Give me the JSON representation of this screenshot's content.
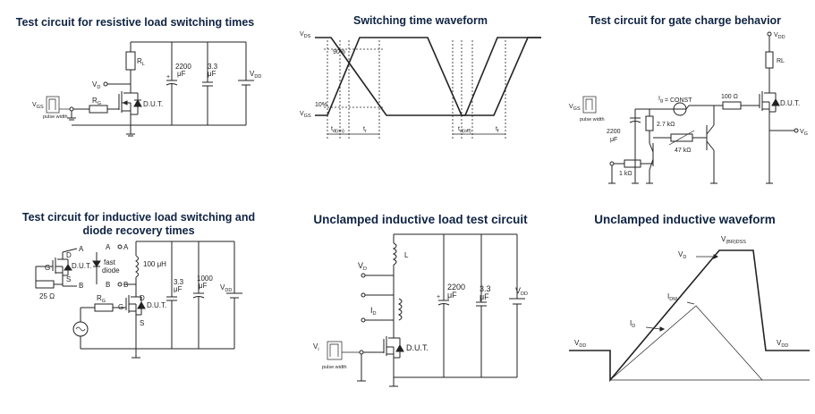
{
  "panels": {
    "resistive": {
      "title": "Test circuit for resistive load switching times",
      "labels": {
        "rl": "R",
        "rl_sub": "L",
        "c1a": "2200",
        "c1b": "μF",
        "c2a": "3.3",
        "c2b": "μF",
        "vdd": "V",
        "vdd_sub": "DD",
        "vd": "V",
        "vd_sub": "D",
        "vgs": "V",
        "vgs_sub": "GS",
        "pulse": "pulse width",
        "rg": "R",
        "rg_sub": "G",
        "dut": "D.U.T."
      }
    },
    "switching": {
      "title": "Switching time waveform",
      "labels": {
        "vds": "V",
        "vds_sub": "DS",
        "vgs": "V",
        "vgs_sub": "GS",
        "p90": "90%",
        "p10": "10%",
        "tdon": "t",
        "tdon_sub": "d(on)",
        "tr": "t",
        "tr_sub": "r",
        "tdoff": "t",
        "tdoff_sub": "d(off)",
        "tf": "t",
        "tf_sub": "f"
      }
    },
    "gate_charge": {
      "title": "Test circuit for gate charge behavior",
      "labels": {
        "vdd": "V",
        "vdd_sub": "DD",
        "rl": "RL",
        "ig": "I",
        "ig_sub": "g",
        "ig_rest": " = CONST",
        "r100": "100 Ω",
        "dut": "D.U.T.",
        "vgs": "V",
        "vgs_sub": "GS",
        "pulse": "pulse width",
        "c2200": "2200",
        "c_unit": "μF",
        "r27": "2.7 kΩ",
        "r47": "47 kΩ",
        "r1k": "1 kΩ",
        "vg": "V",
        "vg_sub": "G"
      }
    },
    "inductive": {
      "title_line1": "Test circuit for inductive load switching and",
      "title_line2": "diode recovery times",
      "labels": {
        "a": "A",
        "b": "B",
        "d": "D",
        "g": "G",
        "s": "S",
        "dut": "D.U.T.",
        "r25": "25 Ω",
        "fast1": "fast",
        "fast2": "diode",
        "a2": "A",
        "b2": "B",
        "l100": "100 μH",
        "c3a": "3.3",
        "c3b": "μF",
        "c1000a": "1000",
        "c1000b": "μF",
        "vdd": "V",
        "vdd_sub": "DD",
        "rg": "R",
        "rg_sub": "G",
        "d2": "D",
        "g2": "G",
        "s2": "S",
        "dut2": "D.U.T."
      }
    },
    "unclamped_circuit": {
      "title": "Unclamped inductive load test circuit",
      "labels": {
        "l": "L",
        "vd": "V",
        "vd_sub": "D",
        "id": "I",
        "id_sub": "D",
        "c2200a": "2200",
        "c2200b": "μF",
        "c33a": "3.3",
        "c33b": "μF",
        "vdd": "V",
        "vdd_sub": "DD",
        "vi": "V",
        "vi_sub": "i",
        "pulse": "pulse width",
        "dut": "D.U.T."
      }
    },
    "unclamped_waveform": {
      "title": "Unclamped inductive waveform",
      "labels": {
        "vbr": "V",
        "vbr_sub": "(BR)DSS",
        "vd": "V",
        "vd_sub": "D",
        "idm": "I",
        "idm_sub": "DM",
        "id": "I",
        "id_sub": "D",
        "vdd_l": "V",
        "vdd_l_sub": "DD",
        "vdd_r": "V",
        "vdd_r_sub": "DD"
      }
    }
  }
}
